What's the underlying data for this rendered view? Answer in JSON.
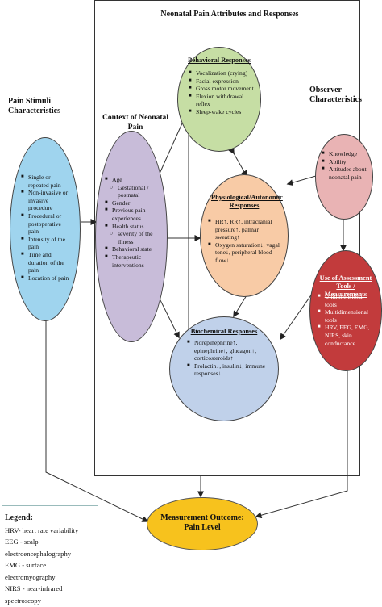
{
  "frame_title": "Neonatal Pain Attributes and Responses",
  "pain_stimuli": {
    "title": "Pain Stimuli Characteristics",
    "items": [
      "Single or repeated pain",
      "Non-invasive or invasive procedure",
      "Procedural or postoperative pain",
      "Intensity of the pain",
      "Time and duration of the pain",
      "Location of pain"
    ]
  },
  "context": {
    "title": "Context of Neonatal Pain",
    "items": [
      {
        "text": "Age",
        "sub": false
      },
      {
        "text": "Gestational / postnatal",
        "sub": true
      },
      {
        "text": "Gender",
        "sub": false
      },
      {
        "text": "Previous pain experiences",
        "sub": false
      },
      {
        "text": "Health status",
        "sub": false
      },
      {
        "text": "severity of the illness",
        "sub": true
      },
      {
        "text": "Behavioral state",
        "sub": false
      },
      {
        "text": "Therapeutic interventions",
        "sub": false
      }
    ]
  },
  "behavioral": {
    "title": "Behavioral Responses",
    "items": [
      "Vocalization (crying)",
      "Facial expression",
      "Gross motor movement",
      "Flexion withdrawal reflex",
      "Sleep-wake cycles"
    ]
  },
  "physiological": {
    "title": "Physiological/Autonomic Responses",
    "items": [
      "HR↑, RR↑, intracranial pressure↑, palmar sweating↑",
      "Oxygen saturation↓, vagal tone↓, peripheral blood flow↓"
    ]
  },
  "biochemical": {
    "title": "Biochemical Responses",
    "items": [
      "Norepinephrine↑, epinephrine↑, glucagon↑, corticosteroids↑",
      "Prolactin↓, insulin↓, immune responses↓"
    ]
  },
  "observer": {
    "title": "Observer Characteristics",
    "items": [
      "Knowledge",
      "Ability",
      "Attitudes about neonatal pain"
    ]
  },
  "tools": {
    "title": "Use of Assessment Tools / Measurements",
    "items": [
      "Unidimensional tools",
      "Multidimensional tools",
      "HRV, EEG, EMG, NIRS, skin conductance"
    ]
  },
  "outcome": {
    "title": "Measurement Outcome: Pain Level"
  },
  "legend": {
    "title": "Legend:",
    "items": [
      "HRV- heart rate variability",
      "EEG - scalp electroencephalography",
      "EMG - surface electromyography",
      "NIRS - near-infrared spectroscopy"
    ]
  },
  "colors": {
    "pain_stimuli": "#9fd4ee",
    "context": "#c8bcd9",
    "behavioral": "#c6dea4",
    "physiological": "#f8cba6",
    "biochemical": "#c0d1ea",
    "observer": "#e9b3b4",
    "tools": "#c23b3c",
    "outcome": "#f7c21d"
  }
}
